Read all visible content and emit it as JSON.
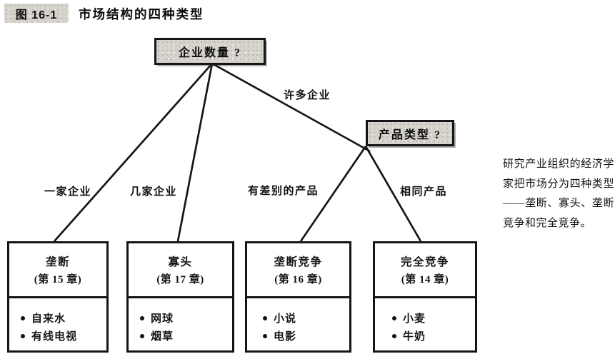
{
  "figure": {
    "label": "图 16-1",
    "title": "市场结构的四种类型"
  },
  "tree": {
    "root_question": "企业数量 ?",
    "product_question": "产品类型 ?",
    "branches": {
      "one_firm": "一家企业",
      "few_firms": "几家企业",
      "many_firms": "许多企业",
      "differentiated": "有差别的产品",
      "identical": "相同产品"
    },
    "outcomes": [
      {
        "name": "垄断",
        "chapter": "(第 15 章)",
        "examples": [
          "自来水",
          "有线电视"
        ]
      },
      {
        "name": "寡头",
        "chapter": "(第 17 章)",
        "examples": [
          "网球",
          "烟草"
        ]
      },
      {
        "name": "垄断竞争",
        "chapter": "(第 16 章)",
        "examples": [
          "小说",
          "电影"
        ]
      },
      {
        "name": "完全竞争",
        "chapter": "(第 14 章)",
        "examples": [
          "小麦",
          "牛奶"
        ]
      }
    ]
  },
  "side_note": "研究产业组织的经济学家把市场分为四种类型——垄断、寡头、垄断竞争和完全竞争。",
  "colors": {
    "ink": "#161616",
    "box_fill": "#d6d3cc",
    "paper": "#ffffff"
  }
}
